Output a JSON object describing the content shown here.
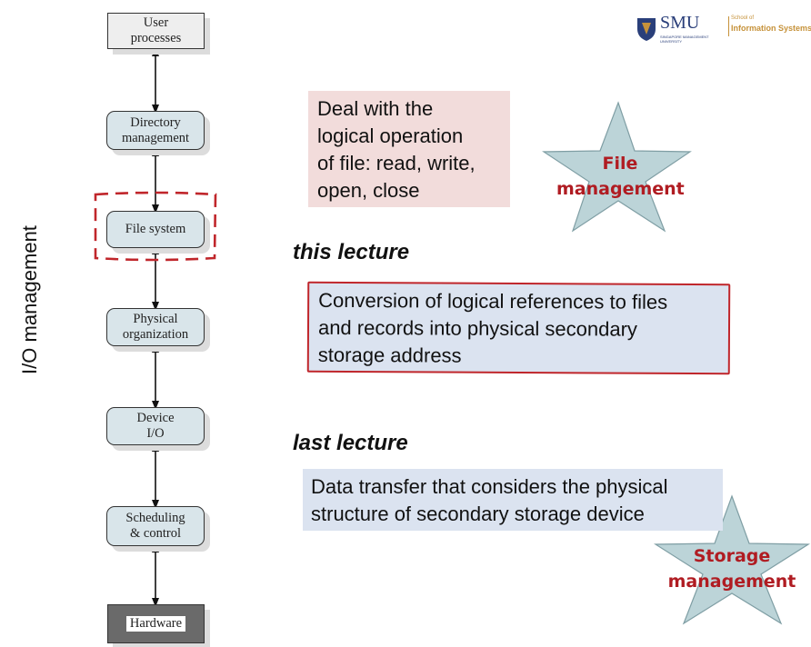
{
  "diagram": {
    "side_label": "I/O management",
    "layers": [
      {
        "lines": [
          "User",
          "processes"
        ]
      },
      {
        "lines": [
          "Directory",
          "management"
        ]
      },
      {
        "lines": [
          "File system"
        ]
      },
      {
        "lines": [
          "Physical",
          "organization"
        ]
      },
      {
        "lines": [
          "Device",
          "I/O"
        ]
      },
      {
        "lines": [
          "Scheduling",
          "& control"
        ]
      },
      {
        "lines": [
          "Hardware"
        ]
      }
    ]
  },
  "callouts": {
    "file_mgmt_text": [
      "Deal with the",
      "logical operation",
      "of file: read, write,",
      "open, close"
    ],
    "file_mgmt_star": [
      "File",
      "management"
    ],
    "this_lecture_heading": "this lecture",
    "this_lecture_text": [
      "Conversion of logical references to files",
      "and records into physical secondary",
      "storage address"
    ],
    "last_lecture_heading": "last lecture",
    "last_lecture_text": [
      "Data transfer that considers the physical",
      "structure of secondary storage device"
    ],
    "storage_mgmt_star": [
      "Storage",
      "management"
    ]
  },
  "logo": {
    "name": "SMU",
    "subtitle": "SINGAPORE MANAGEMENT UNIVERSITY",
    "school_small": "School of",
    "school": "Information Systems"
  },
  "colors": {
    "accent_red": "#c0262b",
    "star_fill": "#bcd4d8",
    "pink_box": "#f2dcdb",
    "blue_box": "#dbe3f0",
    "logo_blue": "#2a3f7a",
    "logo_gold": "#c6923a"
  }
}
